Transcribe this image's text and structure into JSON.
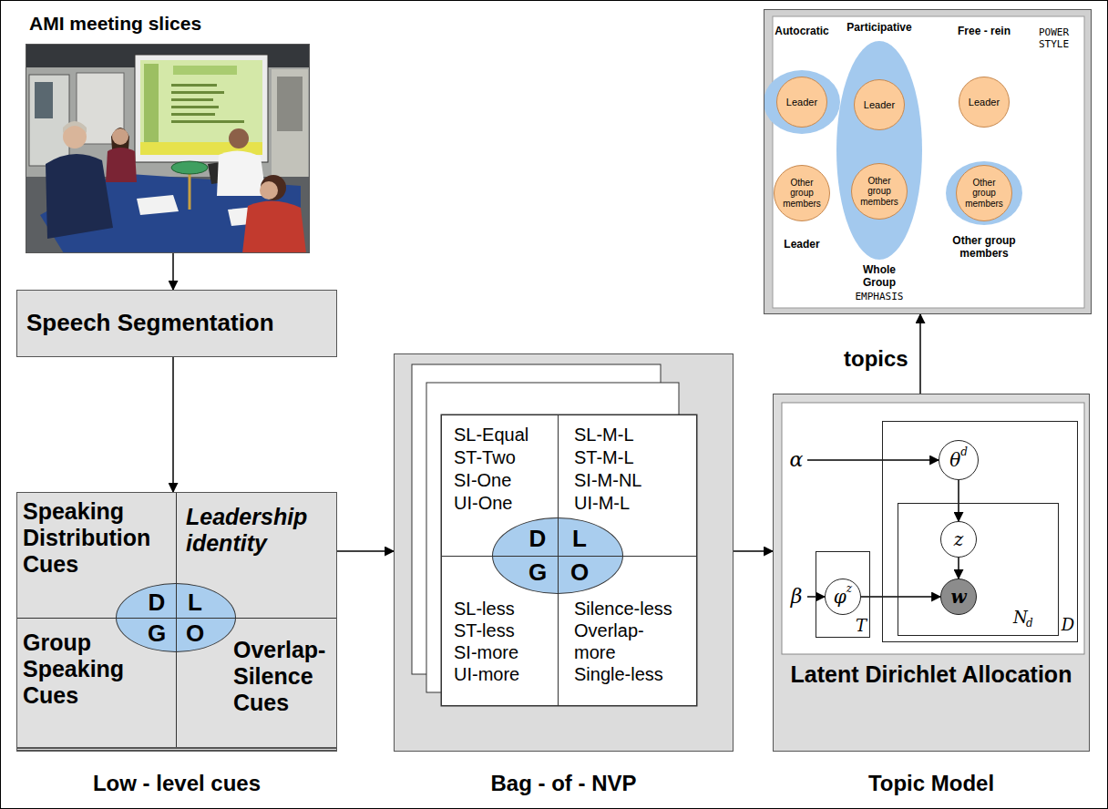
{
  "diagram": {
    "nodes": [
      {
        "text": [
          "AMI meeting slices"
        ]
      },
      {
        "text": [
          "Speech Segmentation"
        ]
      },
      {
        "text": [
          "Low - level cues"
        ]
      },
      {
        "text": [
          "Speaking Distribution Cues"
        ],
        "in": 2
      },
      {
        "text": [
          "Leadership identity"
        ],
        "in": 2
      },
      {
        "text": [
          "Group Speaking Cues"
        ],
        "in": 2
      },
      {
        "text": [
          "Overlap-Silence Cues"
        ],
        "in": 2
      },
      {
        "text": [
          "D",
          "L",
          "G",
          "O"
        ],
        "in": 2
      },
      {
        "text": [
          "Bag - of - NVP"
        ]
      },
      {
        "text": [
          "SL-Equal",
          "ST-Two",
          "SI-One",
          "UI-One"
        ],
        "in": 8
      },
      {
        "text": [
          "SL-M-L",
          "ST-M-L",
          "SI-M-NL",
          "UI-M-L"
        ],
        "in": 8
      },
      {
        "text": [
          "SL-less",
          "ST-less",
          "SI-more",
          "UI-more"
        ],
        "in": 8
      },
      {
        "text": [
          "Silence-less",
          "Overlap-more",
          "Single-less"
        ],
        "in": 8
      },
      {
        "text": [
          "D",
          "L",
          "G",
          "O"
        ],
        "in": 8
      },
      {
        "text": [
          "Latent Dirichlet Allocation",
          "Topic Model"
        ]
      },
      {
        "text": [
          "D"
        ],
        "in": 14
      },
      {
        "text": [
          "θ",
          "d"
        ],
        "in": 15
      },
      {
        "text": [
          "N",
          "d"
        ],
        "in": 15
      },
      {
        "text": [
          "z"
        ],
        "in": 17
      },
      {
        "text": [
          "w"
        ],
        "in": 17
      },
      {
        "text": [
          "T"
        ],
        "in": 14
      },
      {
        "text": [
          "φ",
          "z"
        ],
        "in": 20
      },
      {
        "text": [
          "α"
        ],
        "in": 14
      },
      {
        "text": [
          "β"
        ],
        "in": 14
      },
      {
        "text": [
          "Autocratic",
          "Participative",
          "Free - rein",
          "POWER STYLE",
          "Leader",
          "Whole Group",
          "Other group members",
          "EMPHASIS"
        ]
      },
      {
        "text": [
          "Leader"
        ],
        "in": 24
      },
      {
        "text": [
          "Other group members"
        ],
        "in": 24
      },
      {
        "text": [
          "Leader"
        ],
        "in": 24
      },
      {
        "text": [
          "Other group members"
        ],
        "in": 24
      },
      {
        "text": [
          "Leader"
        ],
        "in": 24
      },
      {
        "text": [
          "Other group members"
        ],
        "in": 24
      }
    ],
    "edges": [
      {
        "from": 0,
        "to": 1,
        "arrow": "to"
      },
      {
        "from": 1,
        "to": 2,
        "arrow": "to"
      },
      {
        "from": 2,
        "to": 8,
        "arrow": "to"
      },
      {
        "from": 8,
        "to": 14,
        "arrow": "to"
      },
      {
        "from": 14,
        "to": 24,
        "label": "topics",
        "arrow": "to"
      },
      {
        "from": 22,
        "to": 16,
        "arrow": "to"
      },
      {
        "from": 16,
        "to": 18,
        "arrow": "to"
      },
      {
        "from": 18,
        "to": 19,
        "arrow": "to"
      },
      {
        "from": 23,
        "to": 21,
        "arrow": "to"
      },
      {
        "from": 21,
        "to": 19,
        "arrow": "to"
      }
    ]
  }
}
